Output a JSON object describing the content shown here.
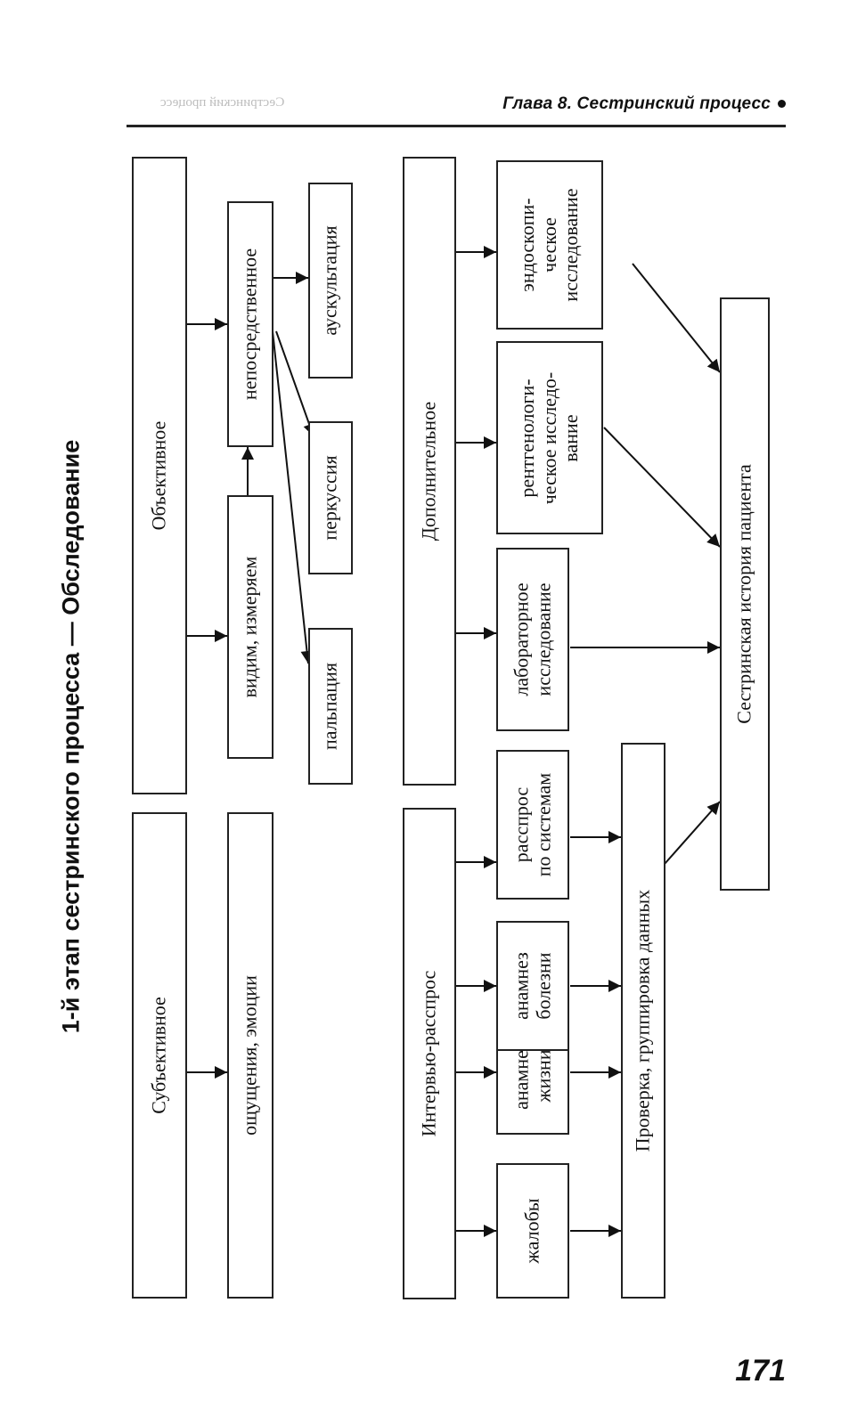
{
  "header": {
    "chapter": "Глава 8. Сестринский процесс",
    "ghost_text": "Сестринский процесс"
  },
  "title": "1-й этап сестринского процесса — Обследование",
  "page_number": "171",
  "boxes": {
    "subjective": "Субъективное",
    "sensations": "ощущения, эмоции",
    "objective": "Объективное",
    "see_measure": "видим, измеряем",
    "direct": "непосредственное",
    "auscultation": "аускультация",
    "percussion": "перкуссия",
    "palpation": "пальпация",
    "interview": "Интервью-расспрос",
    "additional": "Дополнительное",
    "complaints": "жалобы",
    "life_history": [
      "анамнез",
      "жизни"
    ],
    "disease_history": [
      "анамнез",
      "болезни"
    ],
    "systems_inquiry": [
      "расспрос",
      "по системам"
    ],
    "lab_exam": [
      "лабораторное",
      "исследование"
    ],
    "xray_exam": [
      "рентгенологи-",
      "ческое исследо-",
      "вание"
    ],
    "endoscopic_exam": [
      "эндоскопи-",
      "ческое",
      "исследование"
    ],
    "data_check": "Проверка, группировка данных",
    "nursing_history": "Сестринская история пациента"
  }
}
